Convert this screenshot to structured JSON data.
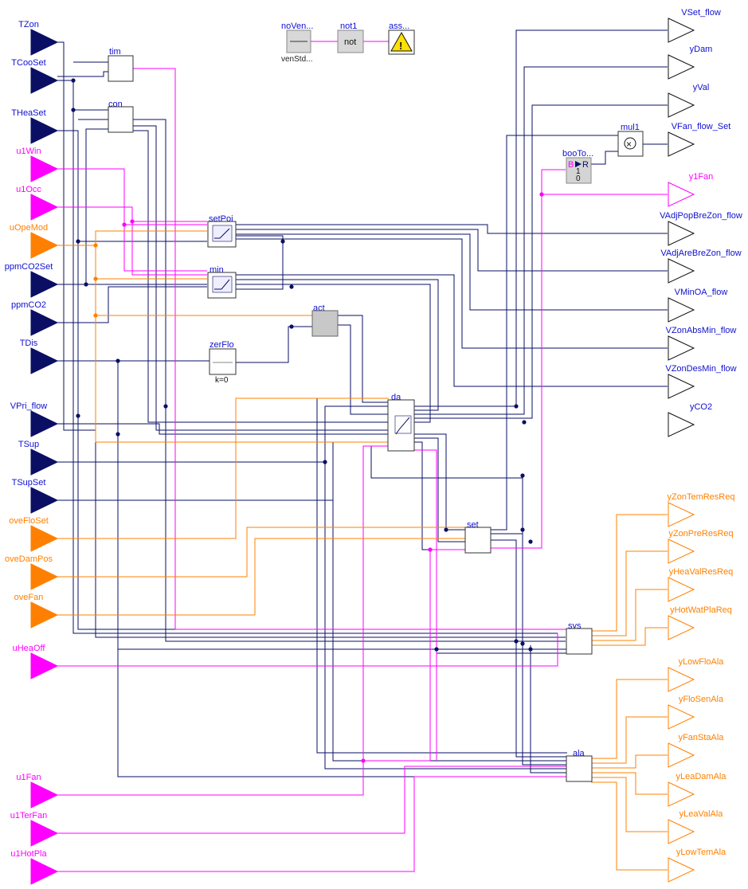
{
  "colors": {
    "real": "#0a0f64",
    "bool": "#ff00ff",
    "int": "#ff8000",
    "text": "#1010d0"
  },
  "inputs": [
    {
      "name": "TZon",
      "type": "real"
    },
    {
      "name": "TCooSet",
      "type": "real"
    },
    {
      "name": "THeaSet",
      "type": "real"
    },
    {
      "name": "u1Win",
      "type": "bool"
    },
    {
      "name": "u1Occ",
      "type": "bool"
    },
    {
      "name": "uOpeMod",
      "type": "int"
    },
    {
      "name": "ppmCO2Set",
      "type": "real"
    },
    {
      "name": "ppmCO2",
      "type": "real"
    },
    {
      "name": "TDis",
      "type": "real"
    },
    {
      "name": "VPri_flow",
      "type": "real"
    },
    {
      "name": "TSup",
      "type": "real"
    },
    {
      "name": "TSupSet",
      "type": "real"
    },
    {
      "name": "oveFloSet",
      "type": "int"
    },
    {
      "name": "oveDamPos",
      "type": "int"
    },
    {
      "name": "oveFan",
      "type": "int"
    },
    {
      "name": "uHeaOff",
      "type": "bool"
    },
    {
      "name": "u1Fan",
      "type": "bool"
    },
    {
      "name": "u1TerFan",
      "type": "bool"
    },
    {
      "name": "u1HotPla",
      "type": "bool"
    }
  ],
  "outputs": [
    {
      "name": "VSet_flow",
      "type": "real"
    },
    {
      "name": "yDam",
      "type": "real"
    },
    {
      "name": "yVal",
      "type": "real"
    },
    {
      "name": "VFan_flow_Set",
      "type": "real"
    },
    {
      "name": "y1Fan",
      "type": "bool"
    },
    {
      "name": "VAdjPopBreZon_flow",
      "type": "real"
    },
    {
      "name": "VAdjAreBreZon_flow",
      "type": "real"
    },
    {
      "name": "VMinOA_flow",
      "type": "real"
    },
    {
      "name": "VZonAbsMin_flow",
      "type": "real"
    },
    {
      "name": "VZonDesMin_flow",
      "type": "real"
    },
    {
      "name": "yCO2",
      "type": "real"
    },
    {
      "name": "yZonTemResReq",
      "type": "int"
    },
    {
      "name": "yZonPreResReq",
      "type": "int"
    },
    {
      "name": "yHeaValResReq",
      "type": "int"
    },
    {
      "name": "yHotWatPlaReq",
      "type": "int"
    },
    {
      "name": "yLowFloAla",
      "type": "int"
    },
    {
      "name": "yFloSenAla",
      "type": "int"
    },
    {
      "name": "yFanStaAla",
      "type": "int"
    },
    {
      "name": "yLeaDamAla",
      "type": "int"
    },
    {
      "name": "yLeaValAla",
      "type": "int"
    },
    {
      "name": "yLowTemAla",
      "type": "int"
    }
  ],
  "blocks": {
    "noVen": {
      "name": "noVen...",
      "sub": "venStd..."
    },
    "not1": {
      "name": "not1",
      "text": "not"
    },
    "ass": {
      "name": "ass..."
    },
    "tim": {
      "name": "tim"
    },
    "con": {
      "name": "con"
    },
    "setPoi": {
      "name": "setPoi"
    },
    "min": {
      "name": "min"
    },
    "act": {
      "name": "act"
    },
    "zerFlo": {
      "name": "zerFlo",
      "param": "k=0"
    },
    "dam": {
      "name": "da"
    },
    "set": {
      "name": "set"
    },
    "sys": {
      "name": "sys"
    },
    "ala": {
      "name": "ala"
    },
    "mul1": {
      "name": "mul1",
      "symbol": "×"
    },
    "booTo": {
      "name": "booTo...",
      "left": "B",
      "right": "R",
      "one": "1",
      "zero": "0"
    }
  }
}
